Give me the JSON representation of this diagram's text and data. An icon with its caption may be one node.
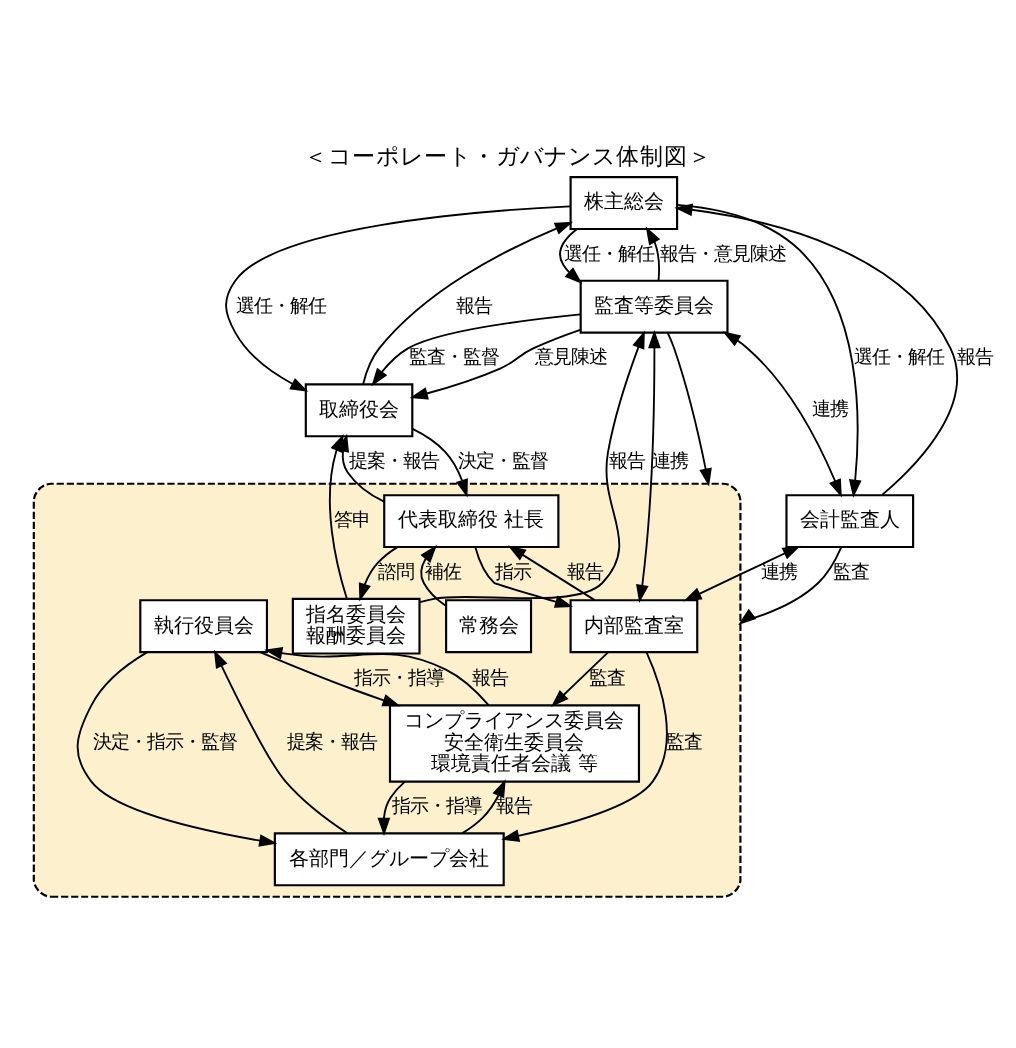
{
  "diagram": {
    "title": "＜コーポレート・ガバナンス体制図＞",
    "nodes": [
      {
        "text": [
          "株主総会"
        ]
      },
      {
        "text": [
          "取締役会"
        ]
      },
      {
        "text": [
          "監査等委員会"
        ]
      },
      {
        "text": [
          "会計監査人"
        ]
      },
      {
        "text": [],
        "shape": "box"
      },
      {
        "text": [
          "指名委員会",
          "報酬委員会"
        ],
        "in": 4
      },
      {
        "text": [
          "内部監査室"
        ],
        "in": 4
      },
      {
        "text": [
          "代表取締役 社長"
        ],
        "in": 4
      },
      {
        "text": [
          "執行役員会"
        ],
        "in": 4
      },
      {
        "text": [
          "常務会"
        ],
        "in": 4
      },
      {
        "text": [
          "コンプライアンス委員会",
          "安全衛生委員会",
          "環境責任者会議 等"
        ],
        "in": 4
      },
      {
        "text": [
          "各部門／グループ会社"
        ],
        "in": 4
      }
    ],
    "edges": [
      {
        "from": 0,
        "to": 2,
        "arrow": "to",
        "label": "選任・解任"
      },
      {
        "from": 2,
        "to": 0,
        "arrow": "to",
        "label": "報告・意見陳述"
      },
      {
        "from": 0,
        "to": 1,
        "arrow": "to",
        "label": "選任・解任"
      },
      {
        "from": 1,
        "to": 0,
        "arrow": "to",
        "label": "報告"
      },
      {
        "from": 0,
        "to": 3,
        "arrow": "to",
        "label": "選任・解任"
      },
      {
        "from": 3,
        "to": 0,
        "arrow": "to",
        "label": "報告"
      },
      {
        "from": 2,
        "to": 1,
        "arrow": "to",
        "label": "監査・監督"
      },
      {
        "from": 2,
        "to": 4,
        "arrow": "to"
      },
      {
        "from": 2,
        "to": 1,
        "arrow": "to",
        "label": "意見陳述"
      },
      {
        "from": 5,
        "to": 1,
        "arrow": "to",
        "label": "答申"
      },
      {
        "from": 5,
        "to": 2,
        "arrow": "to",
        "label": "報告"
      },
      {
        "from": 2,
        "to": 6,
        "arrow": "both",
        "label": "連携"
      },
      {
        "from": 2,
        "to": 3,
        "arrow": "both",
        "label": "連携"
      },
      {
        "from": 3,
        "to": 6,
        "arrow": "both",
        "label": "連携"
      },
      {
        "from": 1,
        "to": 7,
        "arrow": "to",
        "label": "決定・監督"
      },
      {
        "from": 7,
        "to": 1,
        "arrow": "to",
        "label": "提案・報告"
      },
      {
        "from": 7,
        "to": 5,
        "arrow": "to",
        "label": "諮問"
      },
      {
        "from": 7,
        "to": 6,
        "arrow": "to",
        "label": "指示"
      },
      {
        "from": 6,
        "to": 7,
        "arrow": "to",
        "label": "報告"
      },
      {
        "from": 9,
        "to": 7,
        "arrow": "to",
        "label": "補佐"
      },
      {
        "from": 8,
        "to": 10,
        "arrow": "to",
        "label": "指示・指導"
      },
      {
        "from": 10,
        "to": 8,
        "arrow": "to",
        "label": "報告"
      },
      {
        "from": 8,
        "to": 11,
        "arrow": "to",
        "label": "決定・指示・監督"
      },
      {
        "from": 11,
        "to": 8,
        "arrow": "to",
        "label": "提案・報告"
      },
      {
        "from": 6,
        "to": 10,
        "arrow": "to",
        "label": "監査"
      },
      {
        "from": 6,
        "to": 11,
        "arrow": "to",
        "label": "監査"
      },
      {
        "from": 10,
        "to": 11,
        "arrow": "to",
        "label": "指示・指導"
      },
      {
        "from": 11,
        "to": 10,
        "arrow": "to",
        "label": "報告"
      },
      {
        "from": 3,
        "to": 4,
        "arrow": "to",
        "label": "監査"
      }
    ]
  }
}
